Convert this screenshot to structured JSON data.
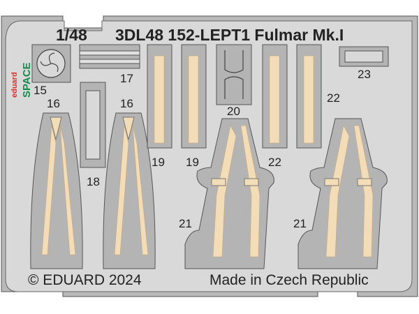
{
  "header": {
    "scale": "1/48",
    "product": "3DL48 152-LEPT1 Fulmar Mk.I"
  },
  "logo": {
    "brand": "eduard",
    "series": "SPACE",
    "series_color": "#1a8a4a",
    "accent_color": "#d8322a"
  },
  "part_labels": {
    "p15": "15",
    "p16a": "16",
    "p16b": "16",
    "p17": "17",
    "p18": "18",
    "p19a": "19",
    "p19b": "19",
    "p20": "20",
    "p21a": "21",
    "p21b": "21",
    "p22a": "22",
    "p22b": "22",
    "p23": "23"
  },
  "footer": {
    "copyright": "© EDUARD 2024",
    "origin": "Made in Czech Republic"
  },
  "colors": {
    "fret": "#d9d9d9",
    "sprue": "#b4b4b4",
    "belt": "#f3dcb8"
  }
}
